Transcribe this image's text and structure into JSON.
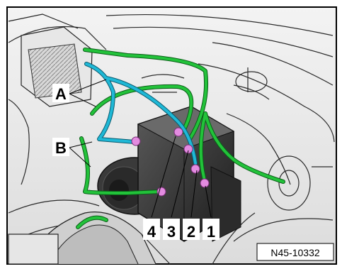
{
  "callouts": {
    "a": "A",
    "b": "B",
    "one": "1",
    "two": "2",
    "three": "3",
    "four": "4"
  },
  "figure_code": "N45-10332",
  "colors": {
    "brake_line_green": "#22c23a",
    "brake_line_blue": "#1fb8d6",
    "port_connector": "#e38be0",
    "line_drawing": "#2a2a2a",
    "frame": "#000000"
  }
}
